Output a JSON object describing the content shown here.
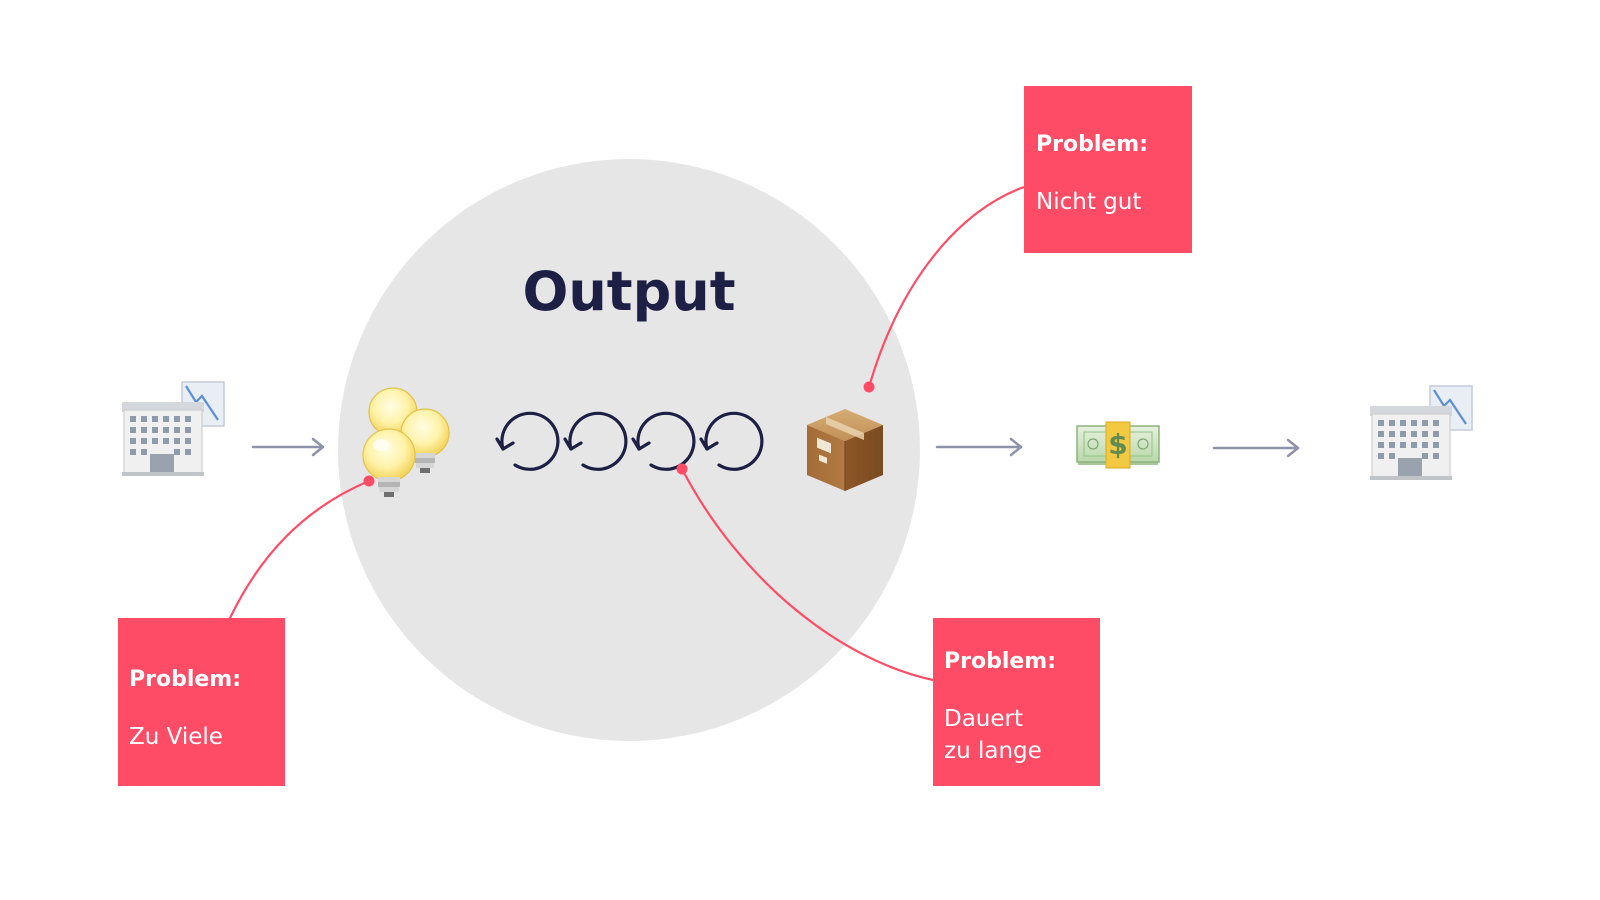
{
  "diagram": {
    "title": "Output",
    "problems": {
      "ideas": {
        "heading": "Problem:",
        "lines": [
          "Zu Viele"
        ]
      },
      "cycles": {
        "heading": "Problem:",
        "lines": [
          "Dauert",
          "zu lange"
        ]
      },
      "product": {
        "heading": "Problem:",
        "lines": [
          "Nicht gut"
        ]
      }
    },
    "icons": [
      "office-building-declining-chart-icon",
      "arrow-right-icon",
      "light-bulbs-icon",
      "cycle-arrows-icon",
      "package-icon",
      "arrow-right-icon",
      "money-banknotes-icon",
      "arrow-right-icon",
      "office-building-declining-chart-icon"
    ],
    "colors": {
      "accent": "#ff4c66",
      "title": "#1d1f45",
      "circle": "#e6e6e6",
      "arrow": "#8f93a9",
      "cycle_icon": "#1d1f45",
      "money": "#9ac98a"
    }
  }
}
